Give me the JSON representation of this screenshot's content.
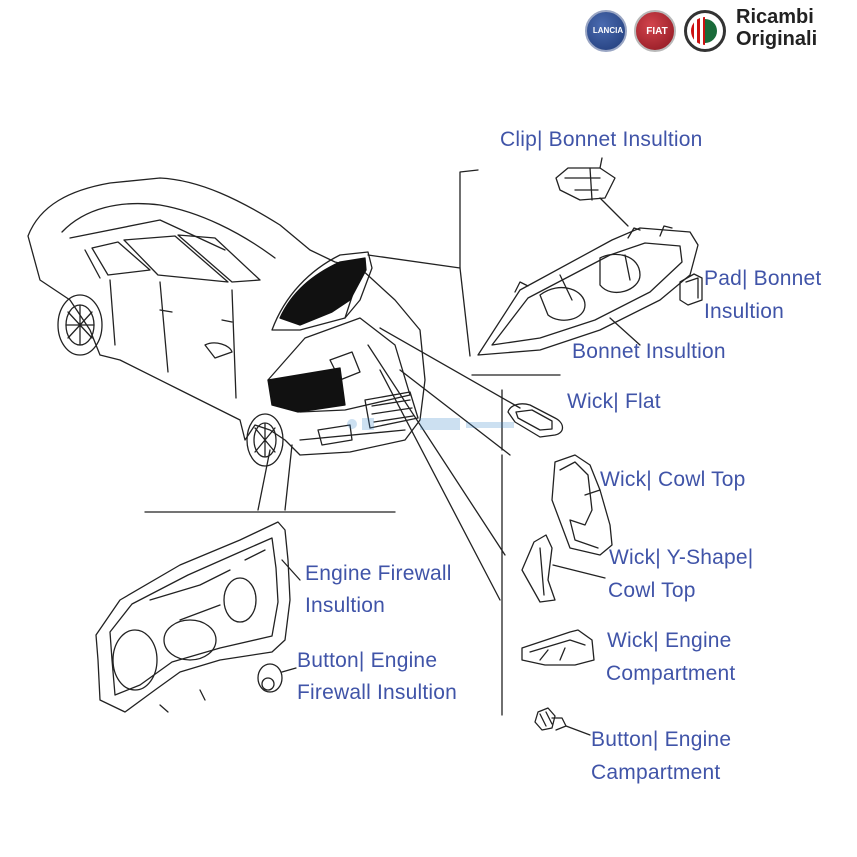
{
  "header": {
    "brand_line1": "Ricambi",
    "brand_line2": "Originali",
    "logos": [
      {
        "icon": "lancia-logo",
        "color": "#1f3a78"
      },
      {
        "icon": "fiat-logo",
        "color": "#a31b25"
      },
      {
        "icon": "alfa-romeo-logo",
        "color": "#1a6b3a"
      }
    ]
  },
  "labels": {
    "clip_bonnet": "Clip| Bonnet Insultion",
    "pad_bonnet_1": "Pad| Bonnet",
    "pad_bonnet_2": "Insultion",
    "bonnet_insulation": "Bonnet Insultion",
    "wick_flat": "Wick| Flat",
    "wick_cowl_top": "Wick| Cowl Top",
    "wick_y_shape_1": "Wick| Y-Shape|",
    "wick_y_shape_2": "Cowl Top",
    "wick_engine_1": "Wick| Engine",
    "wick_engine_2": "Compartment",
    "button_engine_1": "Button| Engine",
    "button_engine_2": "Campartment",
    "firewall_1": "Engine Firewall",
    "firewall_2": "Insultion",
    "button_firewall_1": "Button| Engine",
    "button_firewall_2": "Firewall Insultion"
  },
  "colors": {
    "label": "#4054a8",
    "line": "#222222"
  }
}
